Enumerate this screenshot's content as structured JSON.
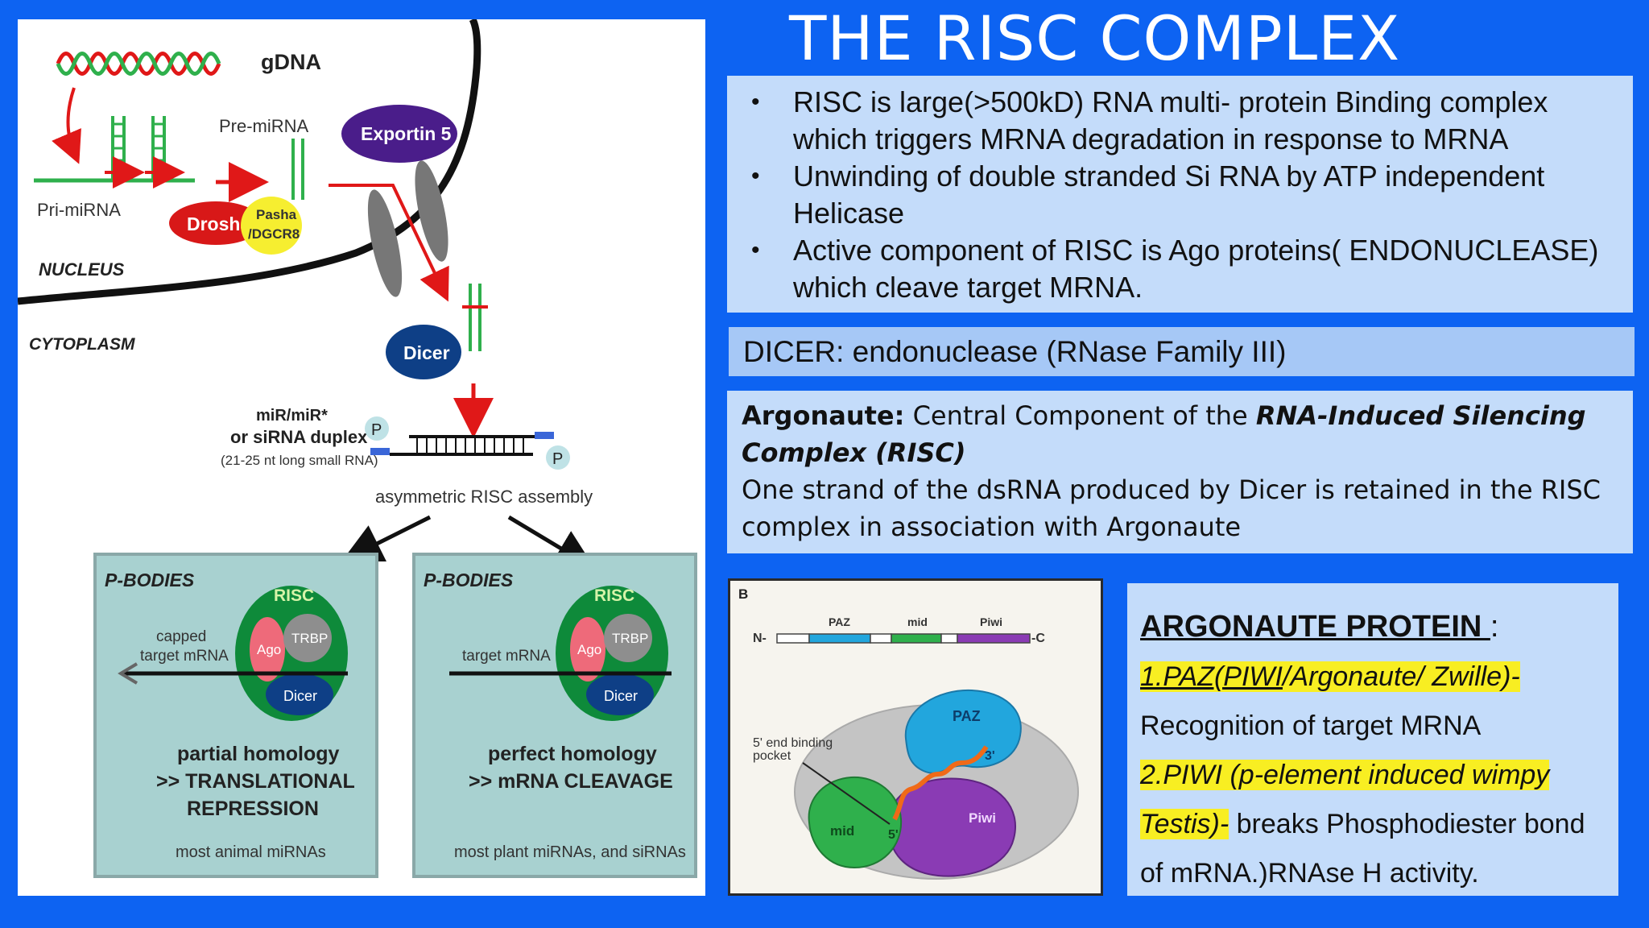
{
  "title": "THE RISC COMPLEX",
  "risc_box": {
    "bullets": [
      "RISC is large(>500kD) RNA multi- protein Binding complex which triggers MRNA degradation in response to MRNA",
      "Unwinding of double stranded Si RNA by ATP independent Helicase",
      "Active component of RISC is Ago proteins( ENDONUCLEASE) which cleave target MRNA."
    ]
  },
  "dicer_box": {
    "text": "DICER: endonuclease (RNase Family III)"
  },
  "argonaute_box": {
    "label": "Argonaute:",
    "text1": " Central  Component of the  ",
    "bold_italic": "RNA-Induced  Silencing Complex  (RISC)",
    "text2": "One strand of the  dsRNA produced by Dicer is retained in  the RISC complex in association with  Argonaute"
  },
  "argonaute_protein": {
    "heading": "ARGONAUTE PROTEIN ",
    "heading_colon": ":",
    "item1_hl_a": "1.PAZ(PIWI",
    "item1_hl_b": "/Argonaute/ Zwille)-",
    "item1_text": "Recognition of target MRNA",
    "item2_hl": "2.PIWI (p-element induced wimpy",
    "item2_hl2": "Testis)-",
    "item2_text": " breaks Phosphodiester bond",
    "item2_text2": "of mRNA.)RNAse H activity."
  },
  "pathway_figure": {
    "gdna": "gDNA",
    "pre_mirna": "Pre-miRNA",
    "pri_mirna": "Pri-miRNA",
    "drosha": "Drosha",
    "pasha": "Pasha",
    "dgcr8": "/DGCR8",
    "nucleus": "NUCLEUS",
    "cytoplasm": "CYTOPLASM",
    "exportin": "Exportin 5",
    "dicer": "Dicer",
    "duplex_line1": "miR/miR*",
    "duplex_line2": "or siRNA duplex",
    "duplex_line3": "(21-25 nt long small RNA)",
    "p": "P",
    "assembly": "asymmetric RISC assembly",
    "left_panel": {
      "title": "P-BODIES",
      "risc": "RISC",
      "ago": "Ago",
      "trbp": "TRBP",
      "dicer": "Dicer",
      "target_line1": "capped",
      "target_line2": "target mRNA",
      "result_line1": "partial homology",
      "result_line2": ">> TRANSLATIONAL",
      "result_line3": "REPRESSION",
      "footer": "most animal miRNAs"
    },
    "right_panel": {
      "title": "P-BODIES",
      "risc": "RISC",
      "ago": "Ago",
      "trbp": "TRBP",
      "dicer": "Dicer",
      "target": "target mRNA",
      "result_line1": "perfect homology",
      "result_line2": ">> mRNA CLEAVAGE",
      "footer": "most plant miRNAs, and siRNAs"
    }
  },
  "structure_figure": {
    "panel_label": "B",
    "n": "N-",
    "c": "-C",
    "paz": "PAZ",
    "mid": "mid",
    "piwi": "Piwi",
    "pocket_line1": "5' end binding",
    "pocket_line2": "pocket",
    "three_prime": "3'",
    "five_prime": "5'",
    "colors": {
      "paz": "#22a6dd",
      "mid": "#2fb04c",
      "piwi": "#8a3bb4"
    }
  }
}
